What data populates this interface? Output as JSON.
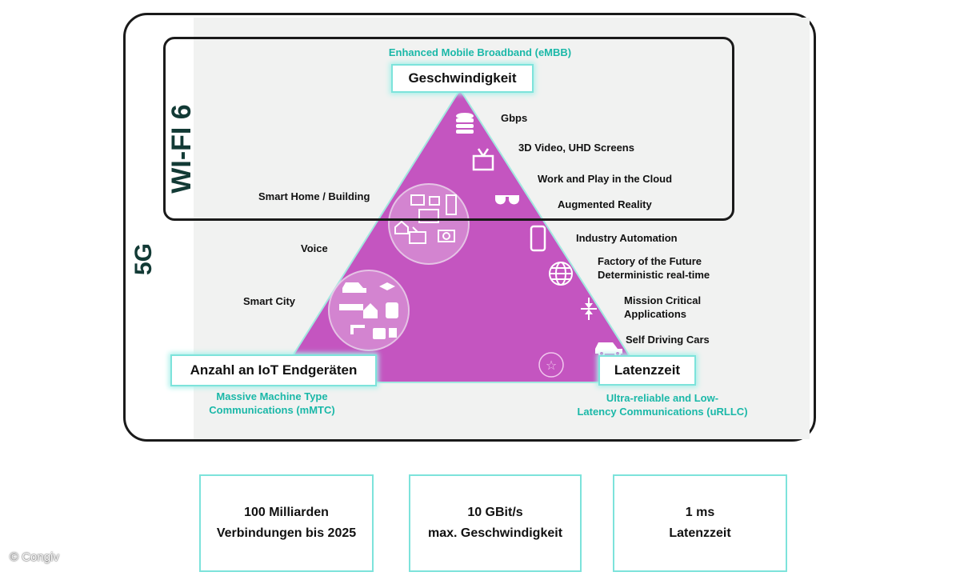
{
  "outer_label": "5G",
  "inner_label": "WI-FI 6",
  "top": {
    "caption": "Enhanced Mobile Broadband (eMBB)",
    "box": "Geschwindigkeit"
  },
  "bottom_left": {
    "box": "Anzahl an IoT Endgeräten",
    "caption_line1": "Massive Machine Type",
    "caption_line2": "Communications (mMTC)"
  },
  "bottom_right": {
    "box": "Latenzzeit",
    "caption_line1": "Ultra-reliable and Low-",
    "caption_line2": "Latency Communications (uRLLC)"
  },
  "right_labels": [
    "Gbps",
    "3D Video, UHD Screens",
    "Work and Play in the Cloud",
    "Augmented Reality",
    "Industry Automation",
    "Factory of the Future",
    "Deterministic real-time",
    "Mission Critical",
    "Applications",
    "Self Driving Cars"
  ],
  "left_labels": [
    "Smart Home / Building",
    "Voice",
    "Smart City"
  ],
  "stats": [
    {
      "line1": "100 Milliarden",
      "line2": "Verbindungen bis 2025"
    },
    {
      "line1": "10 GBit/s",
      "line2": "max. Geschwindigkeit"
    },
    {
      "line1": "1 ms",
      "line2": "Latenzzeit"
    }
  ],
  "copyright": "© Congiv",
  "colors": {
    "triangle": "#c455c0",
    "teal_accent": "#1ab8a8",
    "box_glow": "#7de3db",
    "frame": "#1a1a1a"
  }
}
